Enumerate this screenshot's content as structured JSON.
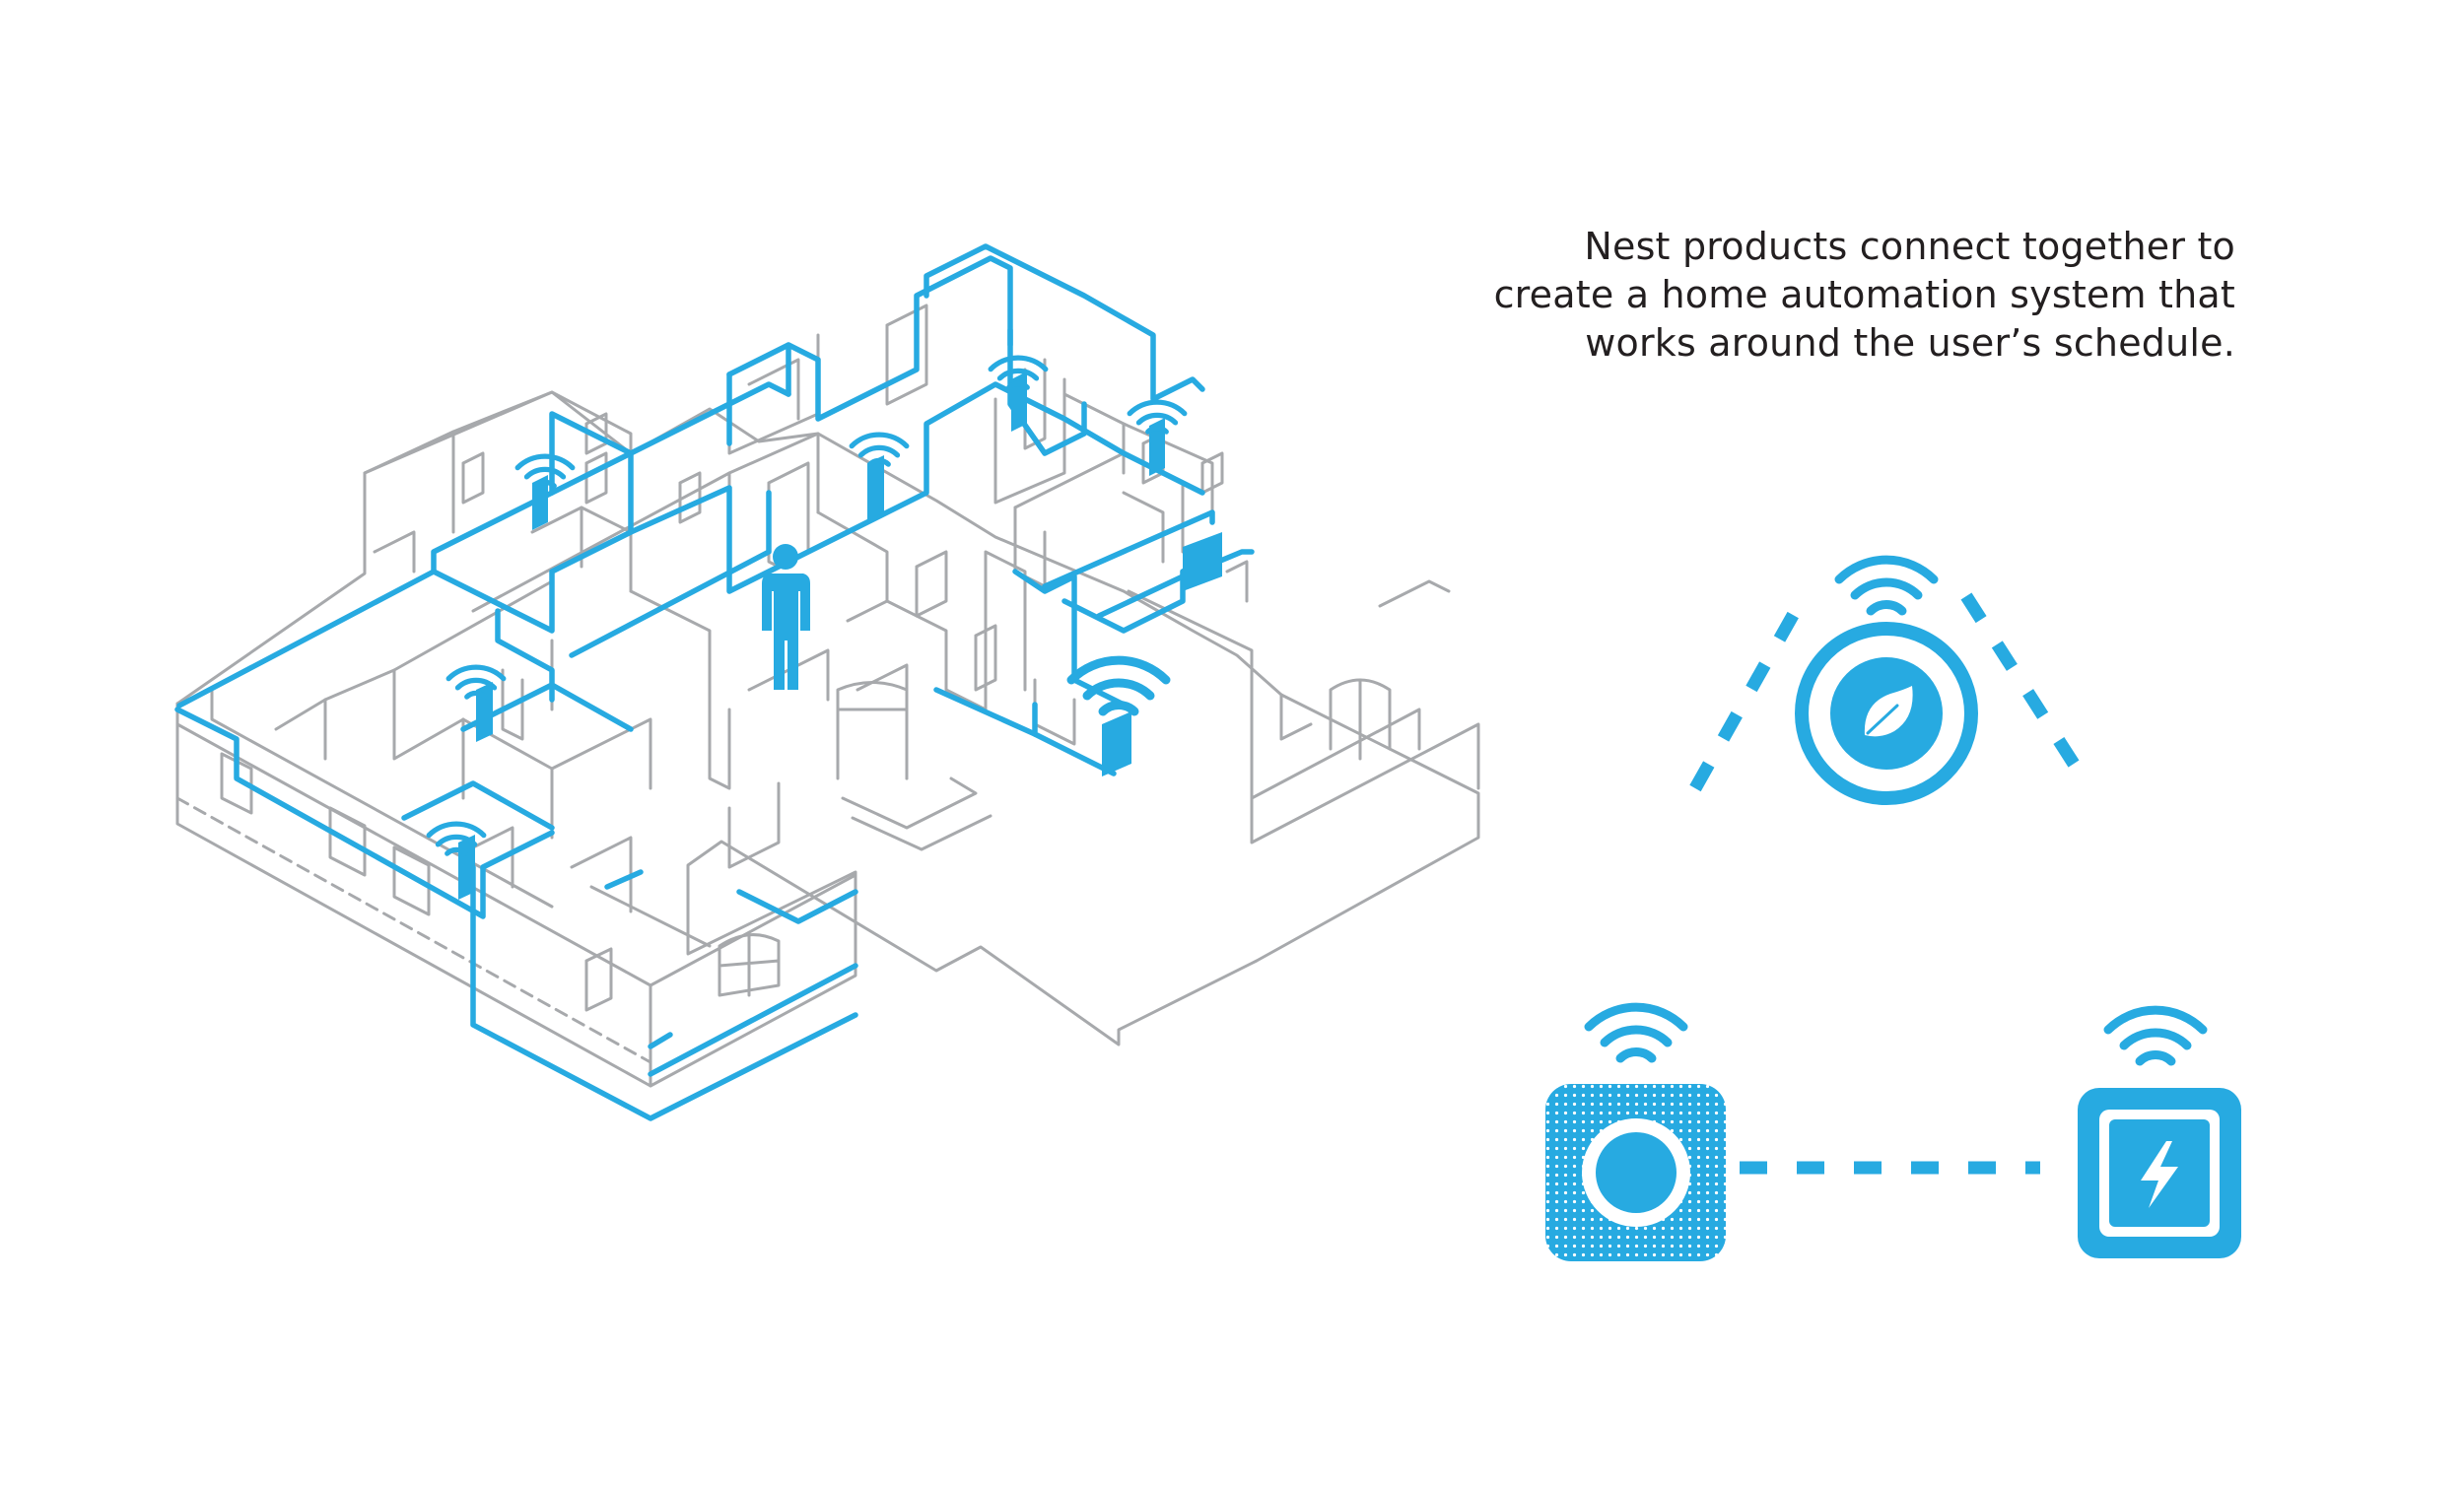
{
  "caption": {
    "lines": [
      "Nest products connect together to",
      "create a home automation system that",
      "works around the user’s schedule."
    ]
  },
  "colors": {
    "accent": "#27aae1",
    "walls": "#a7a9ac",
    "text": "#231f20",
    "background": "#ffffff"
  },
  "icons": {
    "thermostat": "leaf-icon",
    "protect": "smoke-detector-icon",
    "power": "lightning-bolt-icon",
    "signal": "wifi-icon",
    "occupant": "person-icon"
  }
}
